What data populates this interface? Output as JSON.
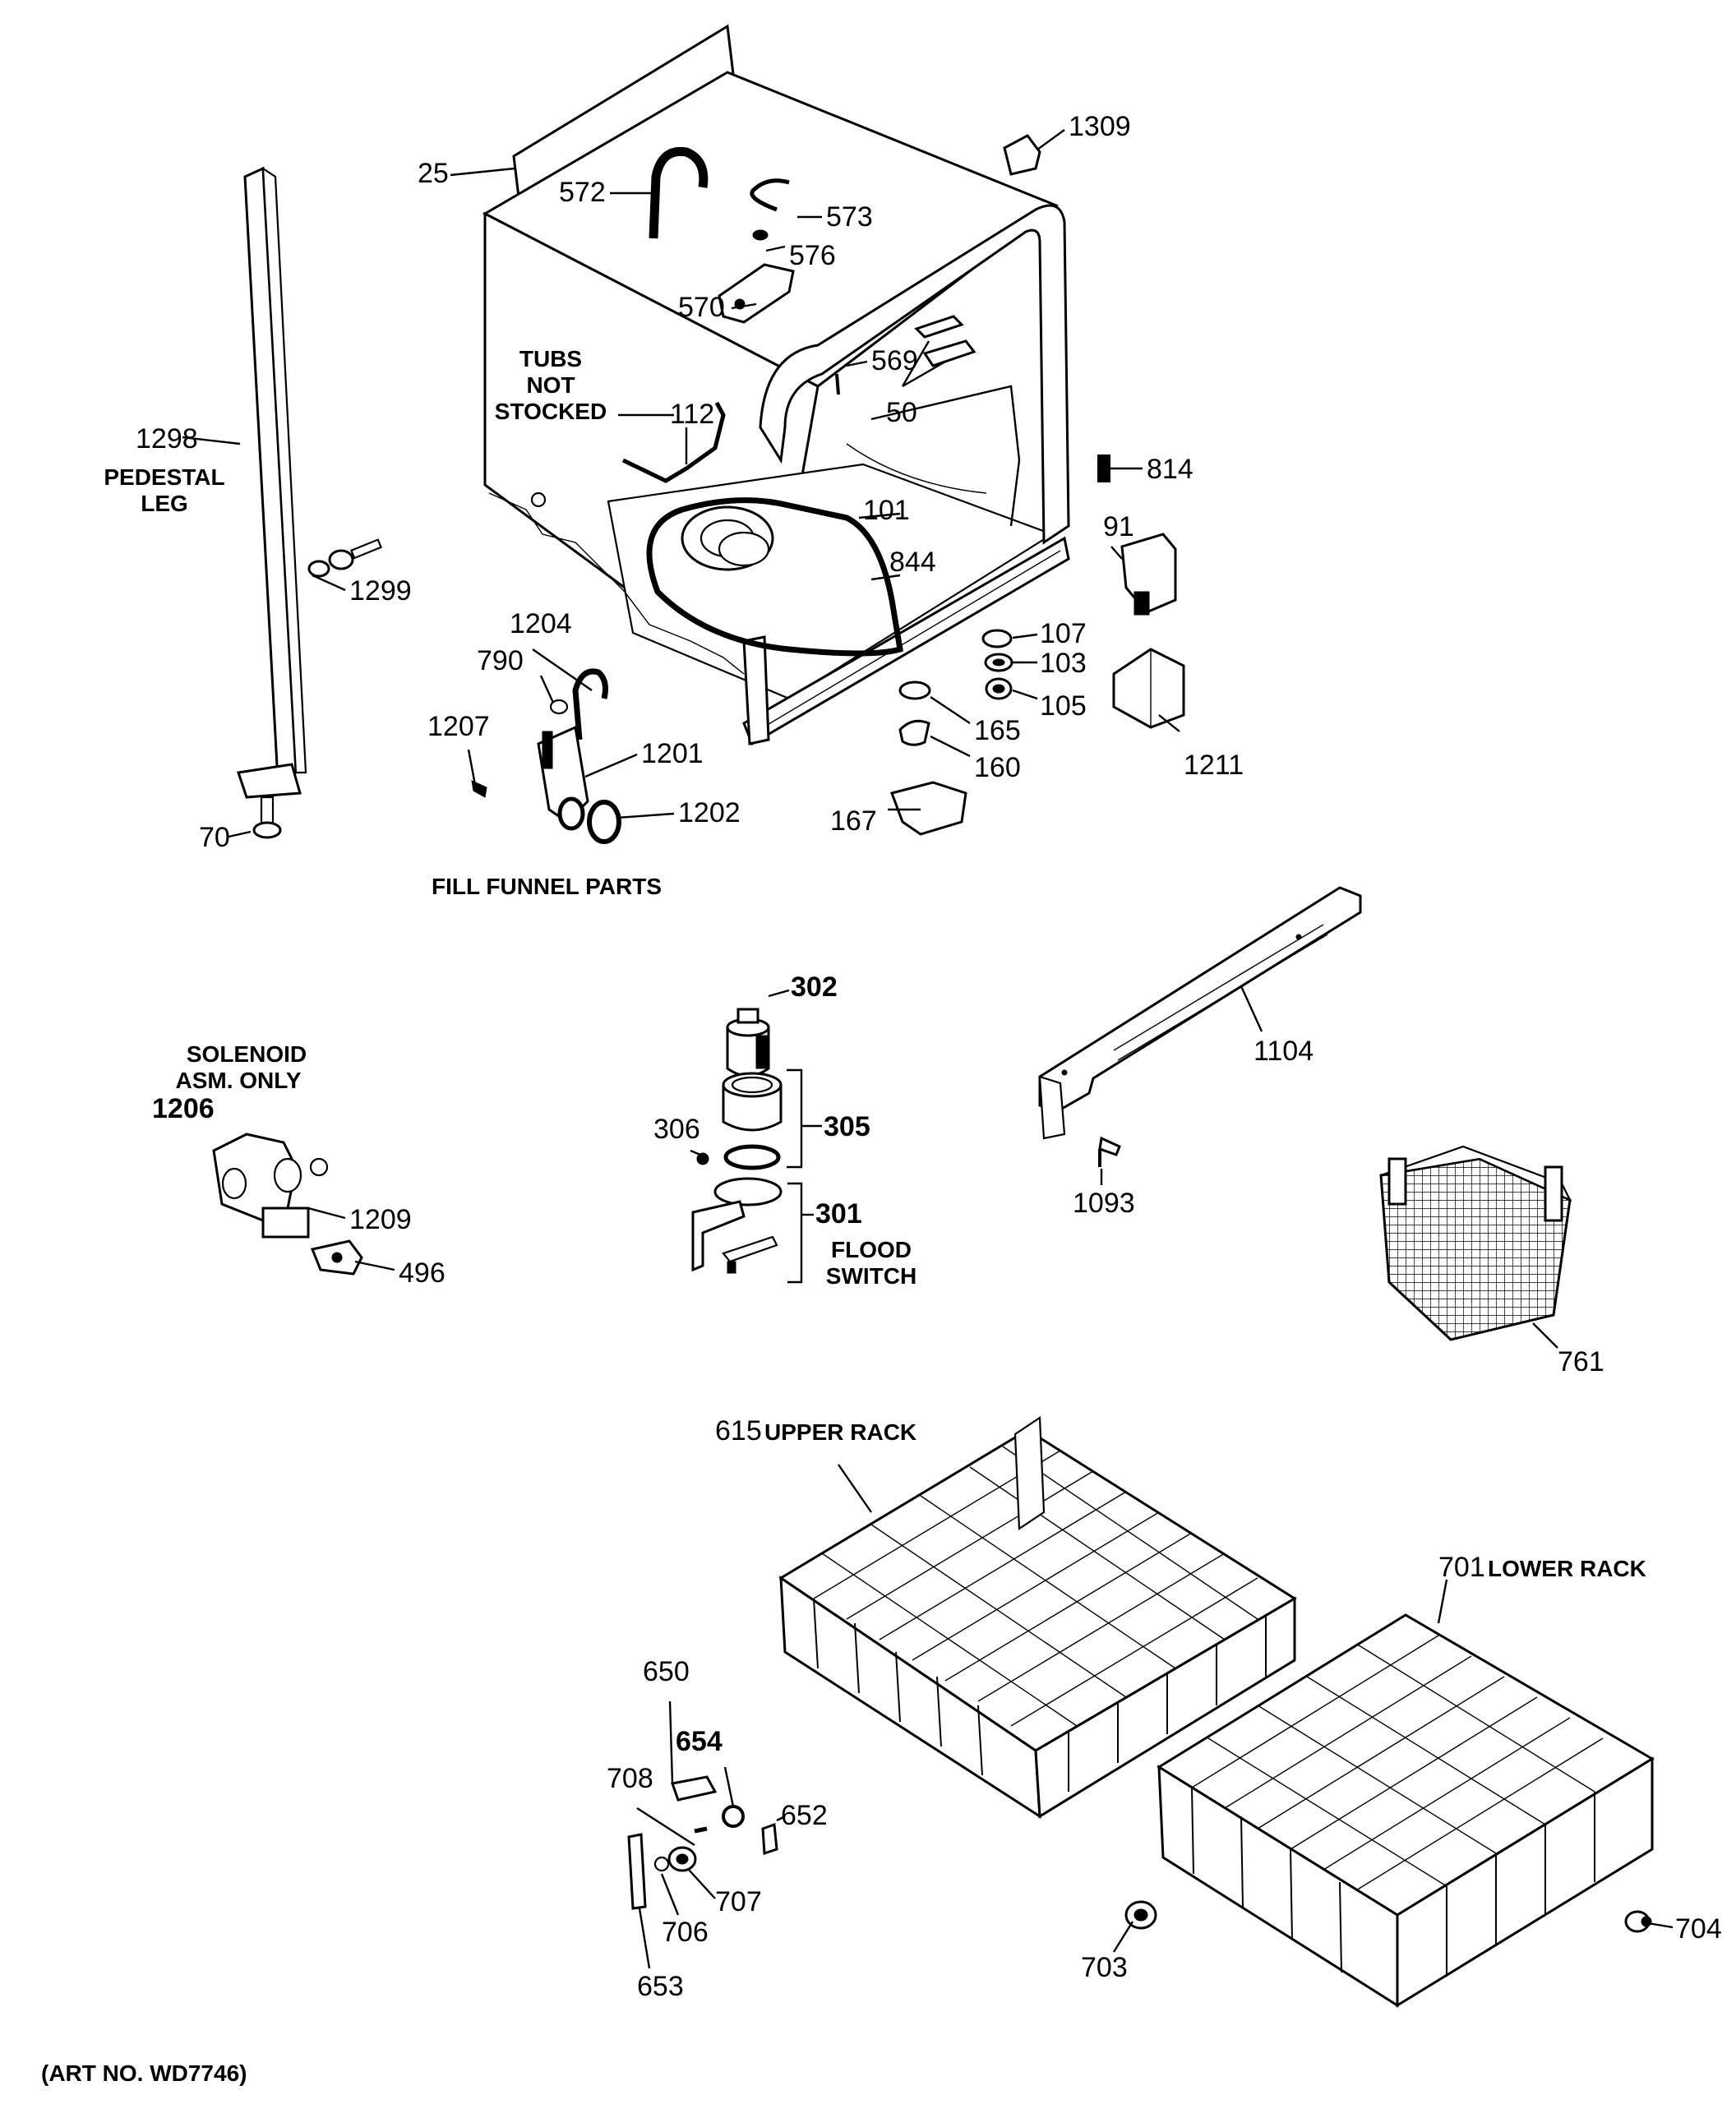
{
  "labels": {
    "p25": "25",
    "p572": "572",
    "p573": "573",
    "p576": "576",
    "p570": "570",
    "p569": "569",
    "p50": "50",
    "p1309": "1309",
    "p112": "112",
    "p101": "101",
    "p844": "844",
    "p814": "814",
    "p91": "91",
    "p107": "107",
    "p103": "103",
    "p105": "105",
    "p165": "165",
    "p160": "160",
    "p167": "167",
    "p1211": "1211",
    "p1298": "1298",
    "p1299": "1299",
    "p70": "70",
    "p1204": "1204",
    "p790": "790",
    "p1207": "1207",
    "p1201": "1201",
    "p1202": "1202",
    "p302": "302",
    "p305": "305",
    "p306": "306",
    "p301": "301",
    "p1104": "1104",
    "p1093": "1093",
    "p761": "761",
    "p1206": "1206",
    "p1209": "1209",
    "p496": "496",
    "p615": "615",
    "p701": "701",
    "p650": "650",
    "p654": "654",
    "p708": "708",
    "p652": "652",
    "p707": "707",
    "p706": "706",
    "p653": "653",
    "p703": "703",
    "p704": "704"
  },
  "captions": {
    "tubs_line1": "TUBS",
    "tubs_line2": "NOT",
    "tubs_line3": "STOCKED",
    "pedestal_line1": "PEDESTAL",
    "pedestal_line2": "LEG",
    "fill_funnel": "FILL FUNNEL PARTS",
    "solenoid_line1": "SOLENOID",
    "solenoid_line2": "ASM.  ONLY",
    "flood_line1": "FLOOD",
    "flood_line2": "SWITCH",
    "upper_rack": "UPPER  RACK",
    "lower_rack": "LOWER RACK",
    "art_no": "(ART NO. WD7746)"
  }
}
